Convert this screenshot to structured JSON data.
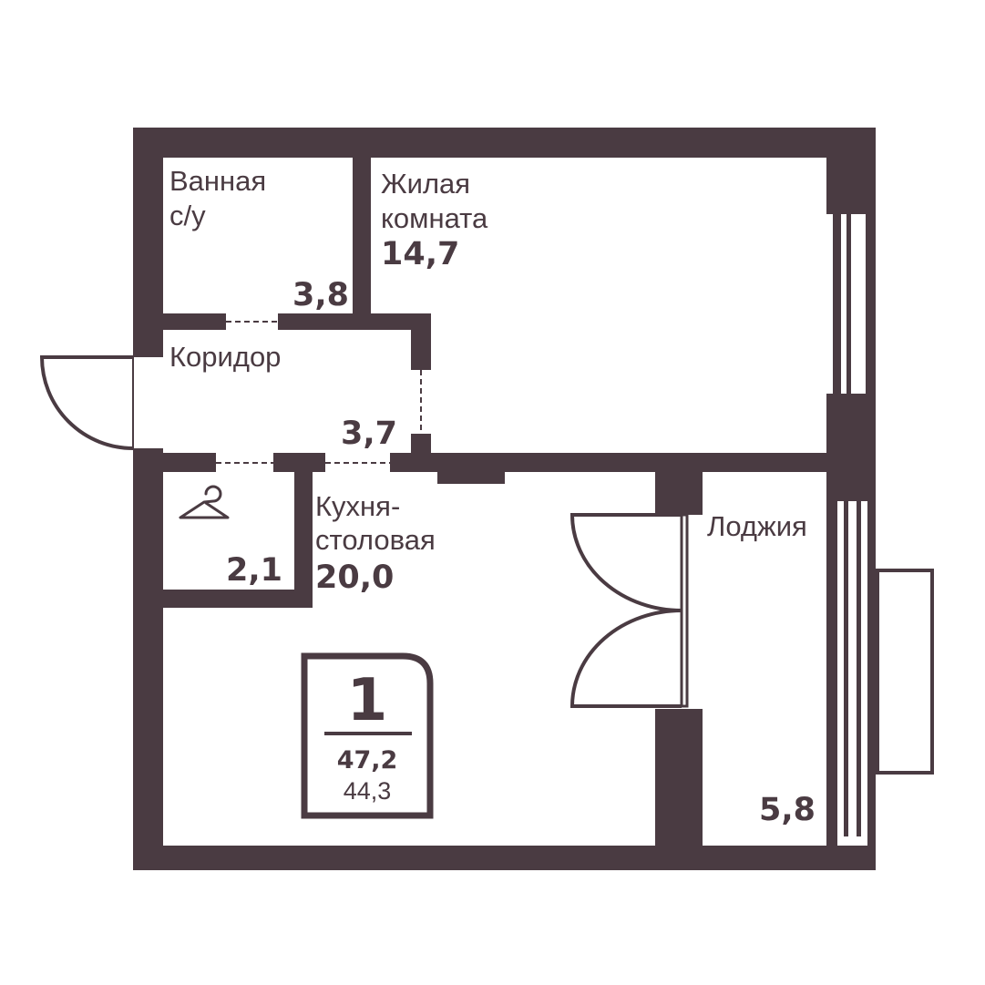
{
  "colors": {
    "wall": "#4a3b42",
    "background": "#ffffff"
  },
  "rooms": {
    "bathroom": {
      "name_line1": "Ванная",
      "name_line2": "с/у",
      "area": "3,8"
    },
    "living": {
      "name_line1": "Жилая",
      "name_line2": "комната",
      "area": "14,7"
    },
    "corridor": {
      "name": "Коридор",
      "area": "3,7"
    },
    "wardrobe": {
      "icon": "hanger-icon",
      "area": "2,1"
    },
    "kitchen": {
      "name_line1": "Кухня-",
      "name_line2": "столовая",
      "area": "20,0"
    },
    "loggia": {
      "name": "Лоджия",
      "area": "5,8"
    }
  },
  "badge": {
    "rooms": "1",
    "total_area": "47,2",
    "living_area": "44,3"
  }
}
